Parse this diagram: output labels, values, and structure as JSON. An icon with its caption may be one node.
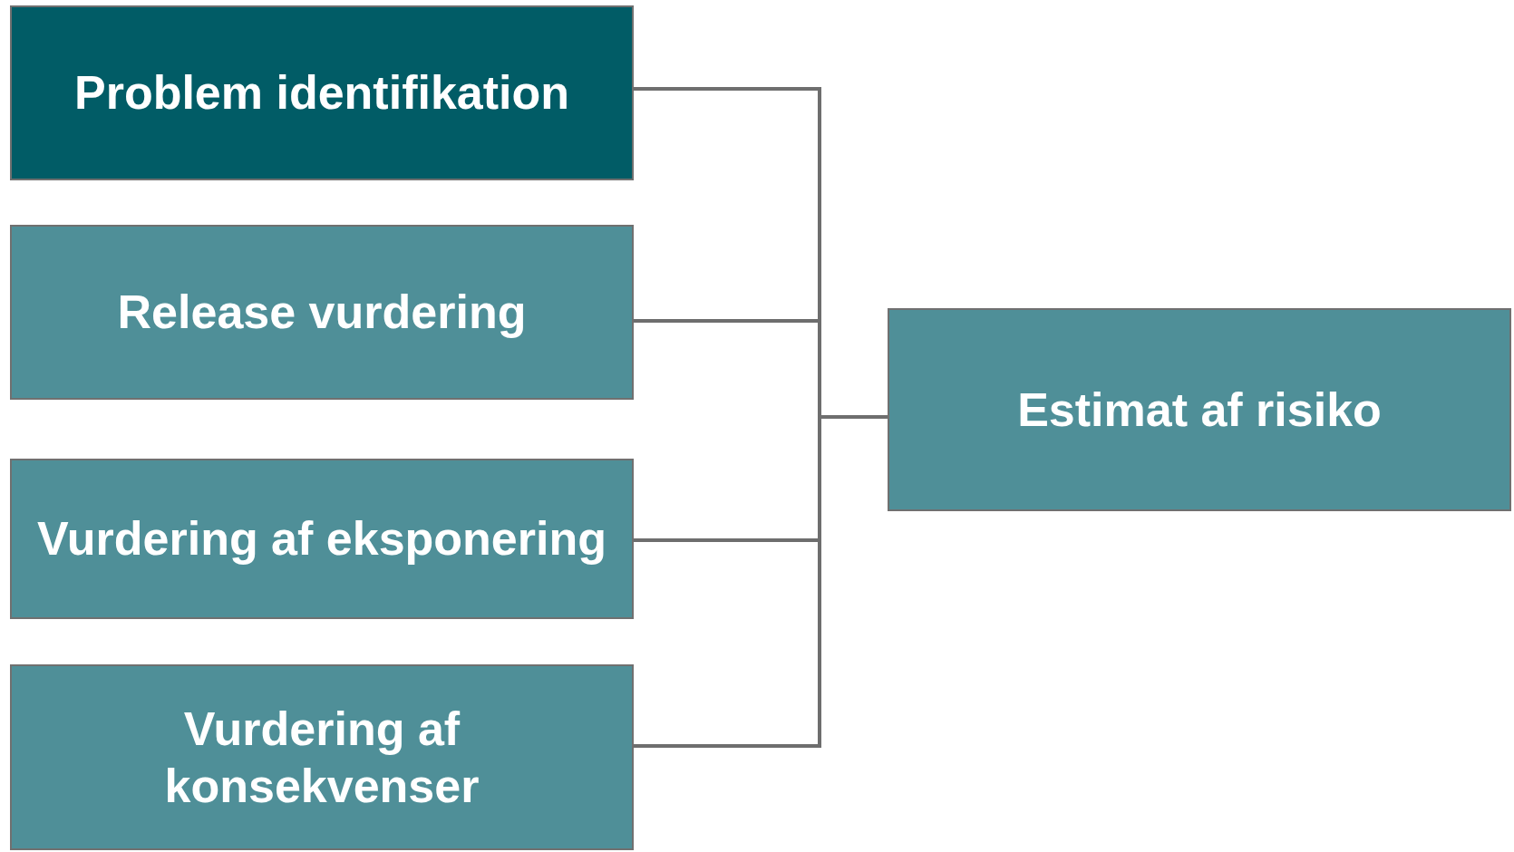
{
  "diagram": {
    "nodes": [
      {
        "text": [
          "Problem identifikation"
        ]
      },
      {
        "text": [
          "Release vurdering"
        ]
      },
      {
        "text": [
          "Vurdering af eksponering"
        ]
      },
      {
        "text": [
          "Vurdering af konsekvenser"
        ]
      },
      {
        "text": [
          "Estimat af risiko"
        ]
      }
    ],
    "edges": [
      {
        "from": 0,
        "to": 4,
        "arrow": "none"
      },
      {
        "from": 1,
        "to": 4,
        "arrow": "none"
      },
      {
        "from": 2,
        "to": 4,
        "arrow": "none"
      },
      {
        "from": 3,
        "to": 4,
        "arrow": "none"
      }
    ]
  }
}
